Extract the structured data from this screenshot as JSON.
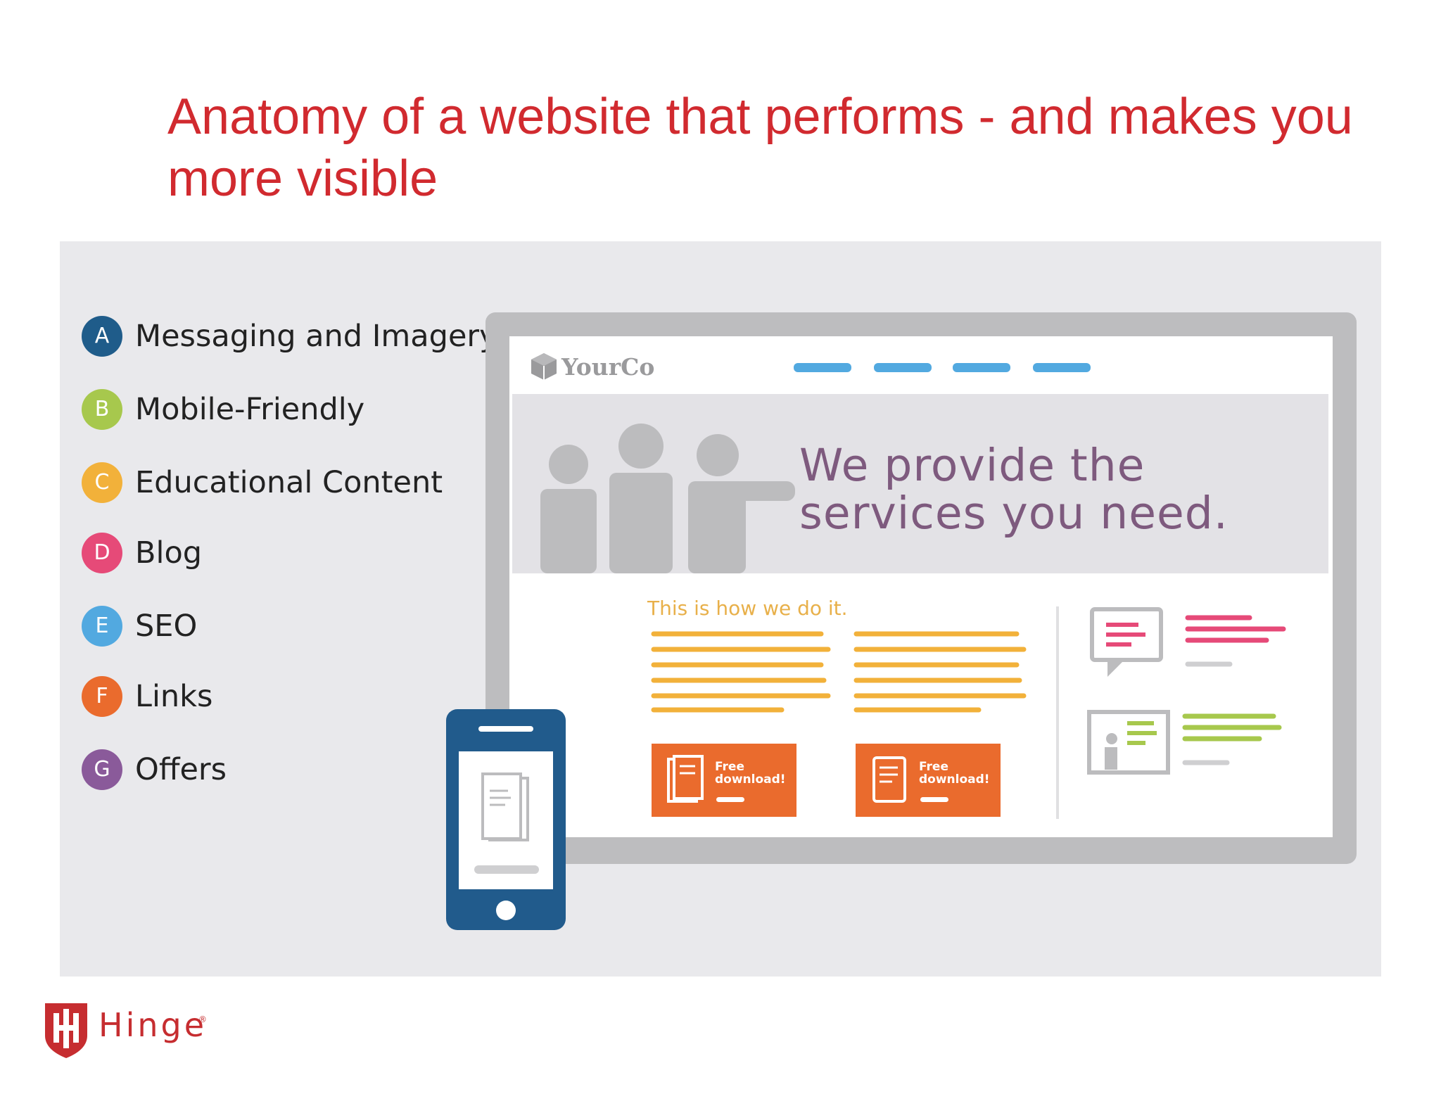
{
  "title": "Anatomy of a website that performs - and makes you more visible",
  "legend": [
    {
      "letter": "A",
      "label": "Messaging and Imagery",
      "color": "#1f5c8a"
    },
    {
      "letter": "B",
      "label": "Mobile-Friendly",
      "color": "#a7c84d"
    },
    {
      "letter": "C",
      "label": "Educational Content",
      "color": "#f2b13a"
    },
    {
      "letter": "D",
      "label": "Blog",
      "color": "#e64a78"
    },
    {
      "letter": "E",
      "label": "SEO",
      "color": "#52a9e0"
    },
    {
      "letter": "F",
      "label": "Links",
      "color": "#ea6b2d"
    },
    {
      "letter": "G",
      "label": "Offers",
      "color": "#8a5a9a"
    }
  ],
  "mockup": {
    "logo_text": "YourCo",
    "hero_text": "We provide the services you need.",
    "sub_heading": "This is how we do it.",
    "download_1": "Free download!",
    "download_2": "Free download!"
  },
  "brand": {
    "name": "Hinge",
    "color": "#c62d30"
  },
  "colors": {
    "nav_bar": "#52a9e0",
    "text_lines": "#f2b13a",
    "blog_lines": "#e64a78",
    "seo_lines": "#a7c84d"
  }
}
